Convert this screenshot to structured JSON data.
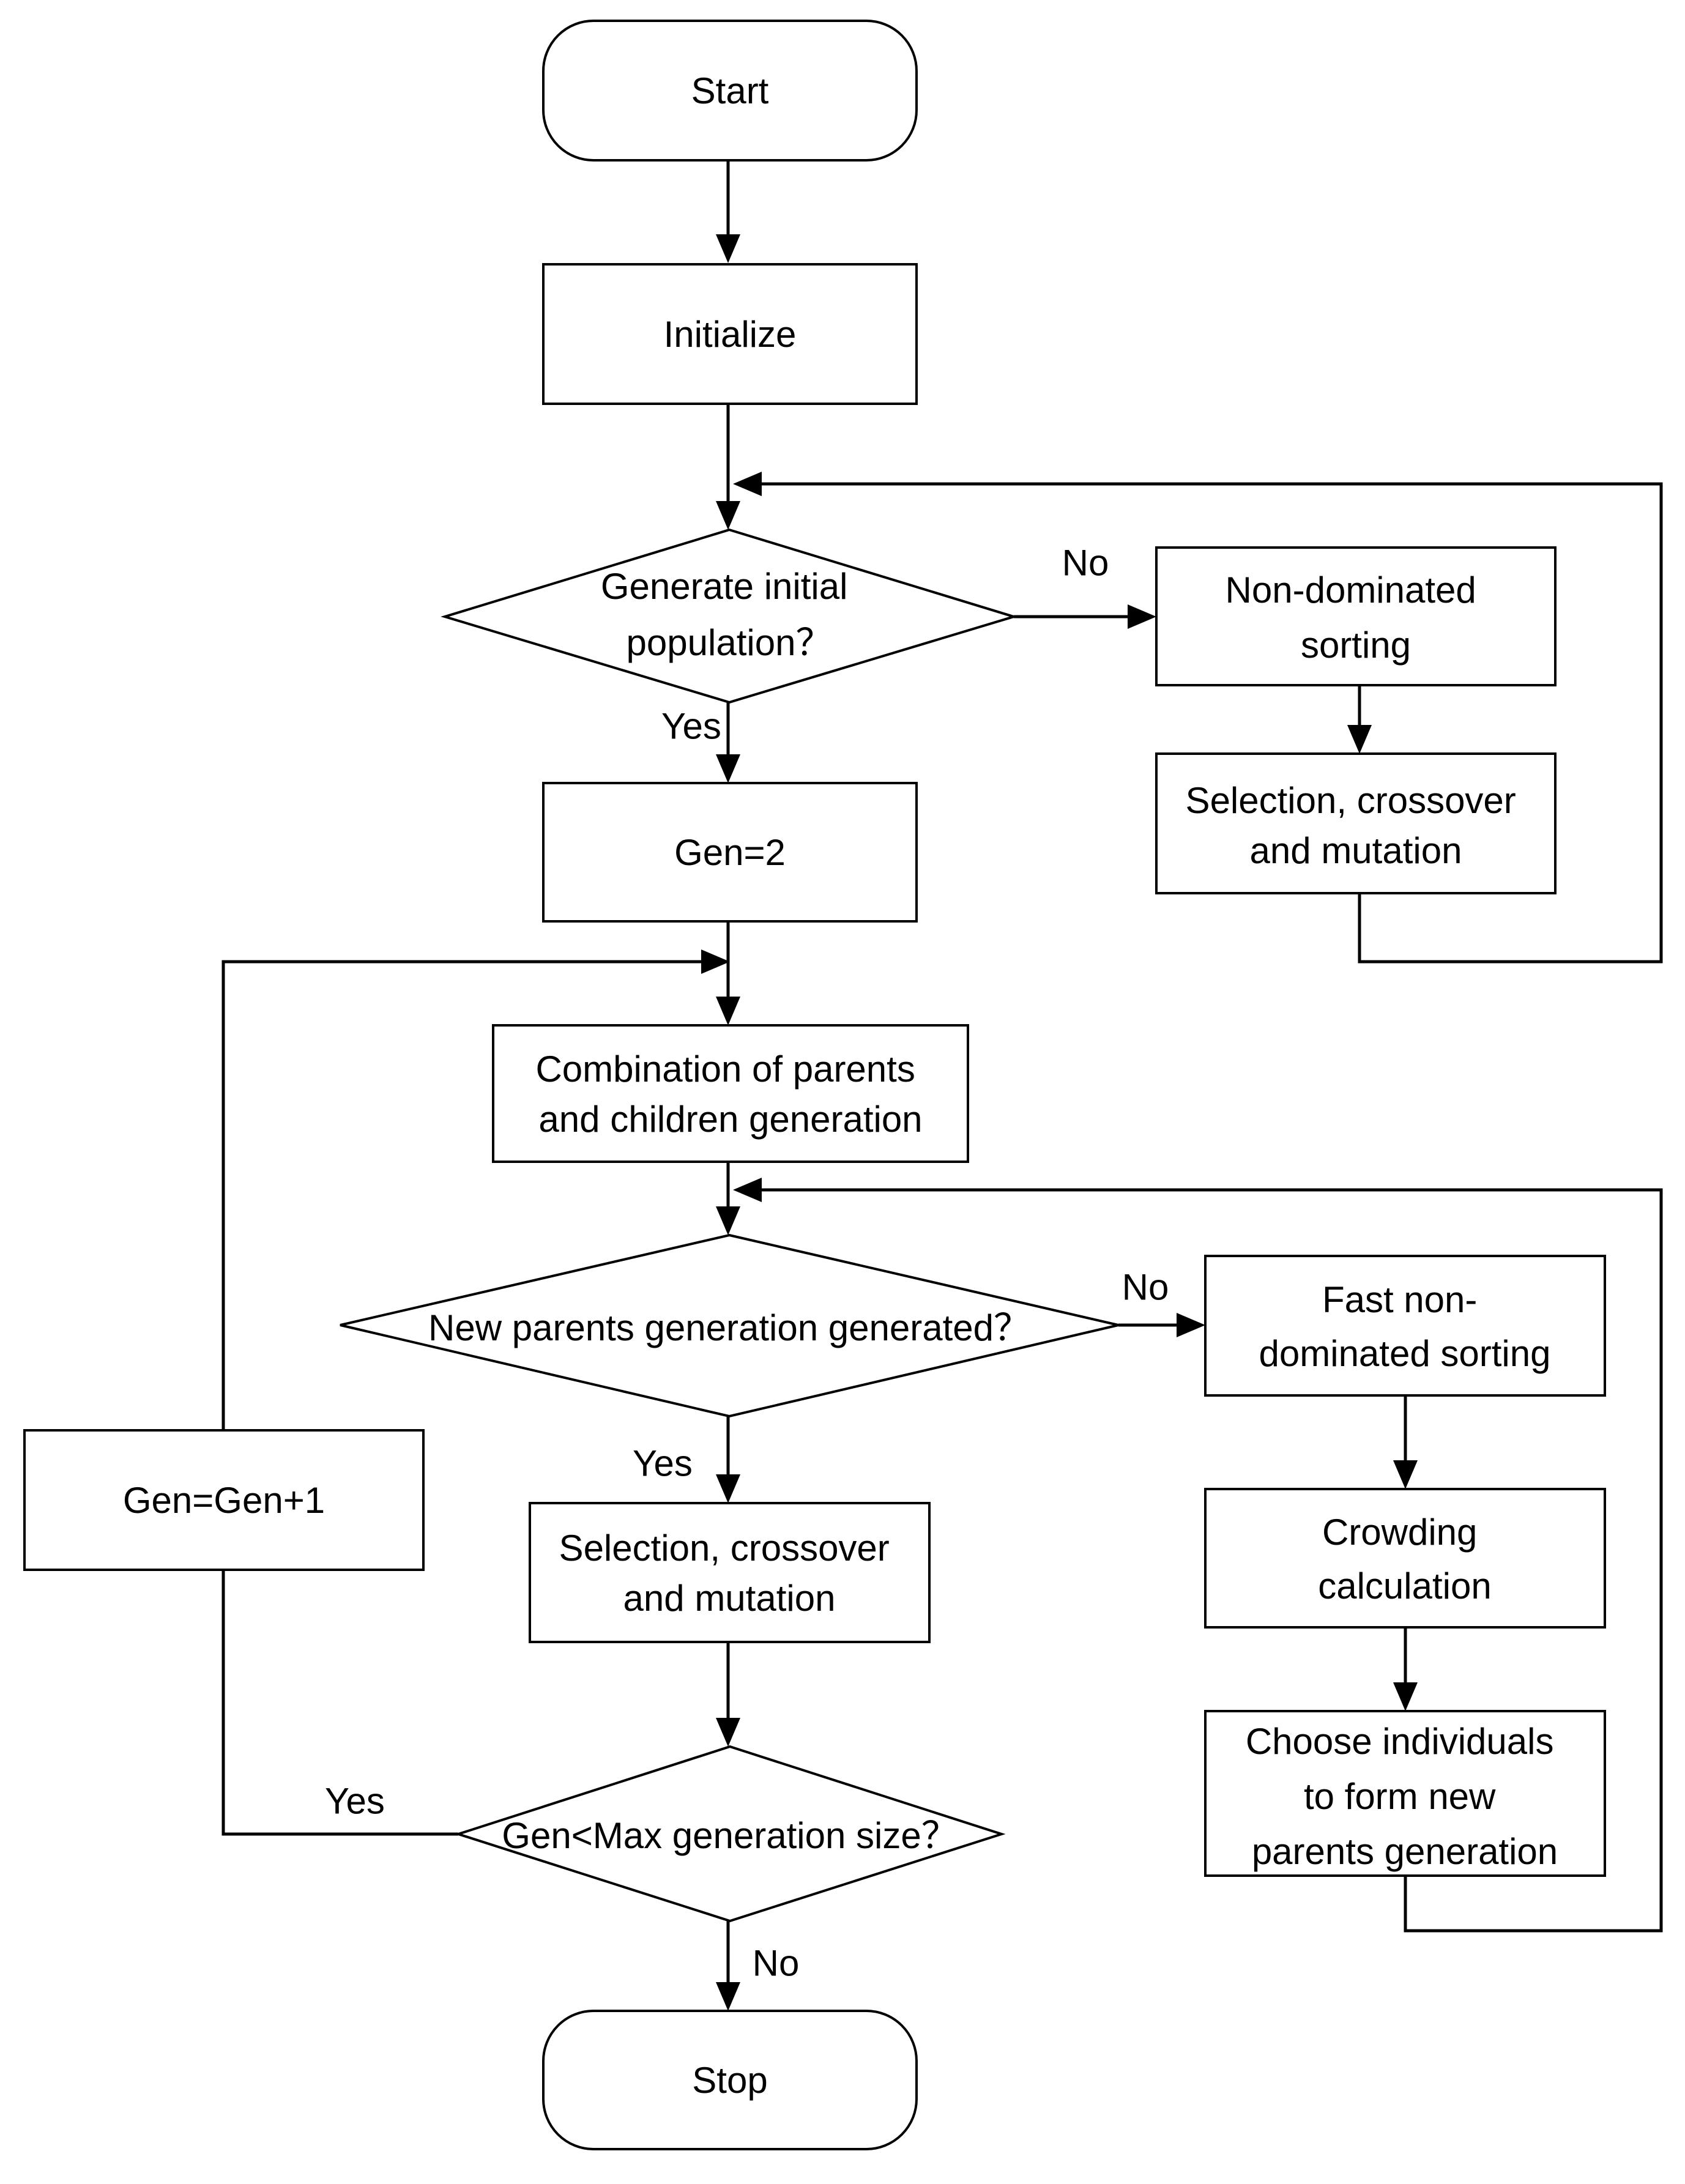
{
  "nodes": {
    "start": [
      "Start"
    ],
    "initialize": [
      "Initialize"
    ],
    "decision_initial": [
      "Generate initial",
      "population？"
    ],
    "non_dominated_sorting": [
      "Non-dominated",
      "sorting"
    ],
    "selection_top": [
      "Selection, crossover",
      "and mutation"
    ],
    "gen2": [
      "Gen=2"
    ],
    "combination": [
      "Combination of parents",
      "and children generation"
    ],
    "decision_new_parents": [
      "New parents generation generated？"
    ],
    "fast_sorting": [
      "Fast non-",
      "dominated sorting"
    ],
    "crowding": [
      "Crowding",
      "calculation"
    ],
    "choose_individuals": [
      "Choose individuals",
      "to form new",
      "parents generation"
    ],
    "selection_bottom": [
      "Selection, crossover",
      "and mutation"
    ],
    "gen_increment": [
      "Gen=Gen+1"
    ],
    "decision_max": [
      "Gen<Max generation size？"
    ],
    "stop": [
      "Stop"
    ]
  },
  "edge_labels": {
    "initial_no": "No",
    "initial_yes": "Yes",
    "new_parents_no": "No",
    "new_parents_yes": "Yes",
    "max_yes": "Yes",
    "max_no": "No"
  }
}
